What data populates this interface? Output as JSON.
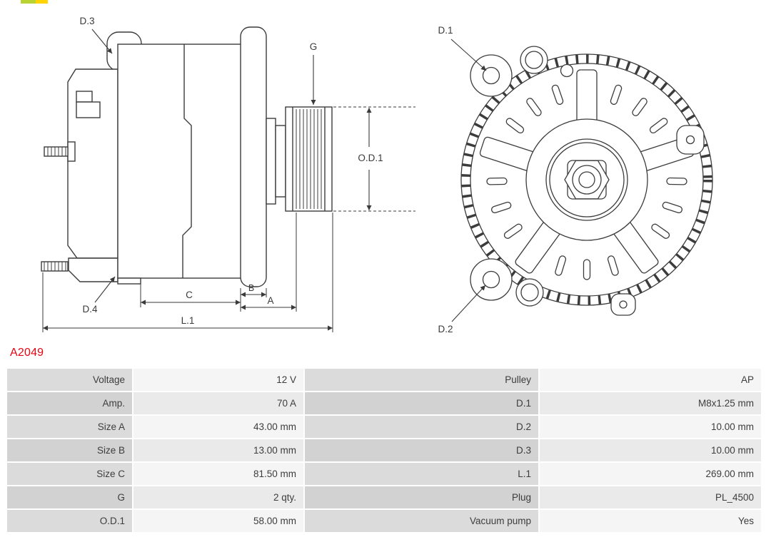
{
  "part_number": "A2049",
  "colors": {
    "part_number_red": "#e30613",
    "drawing_line": "#3c3c3c",
    "table_label_bg": "#dbdbdb",
    "table_label_bg_alt": "#d2d2d2",
    "table_value_bg": "#f5f5f5",
    "table_value_bg_alt": "#eaeaea"
  },
  "diagram": {
    "side_view": {
      "labels": {
        "d3": "D.3",
        "d4": "D.4",
        "g": "G",
        "od1": "O.D.1",
        "a": "A",
        "b": "B",
        "c": "C",
        "l1": "L.1"
      }
    },
    "rear_view": {
      "labels": {
        "d1": "D.1",
        "d2": "D.2"
      }
    }
  },
  "table": {
    "rows": [
      {
        "label_left": "Voltage",
        "value_left": "12 V",
        "label_right": "Pulley",
        "value_right": "AP"
      },
      {
        "label_left": "Amp.",
        "value_left": "70 A",
        "label_right": "D.1",
        "value_right": "M8x1.25 mm"
      },
      {
        "label_left": "Size A",
        "value_left": "43.00 mm",
        "label_right": "D.2",
        "value_right": "10.00 mm"
      },
      {
        "label_left": "Size B",
        "value_left": "13.00 mm",
        "label_right": "D.3",
        "value_right": "10.00 mm"
      },
      {
        "label_left": "Size C",
        "value_left": "81.50 mm",
        "label_right": "L.1",
        "value_right": "269.00 mm"
      },
      {
        "label_left": "G",
        "value_left": "2 qty.",
        "label_right": "Plug",
        "value_right": "PL_4500"
      },
      {
        "label_left": "O.D.1",
        "value_left": "58.00 mm",
        "label_right": "Vacuum pump",
        "value_right": "Yes"
      }
    ]
  }
}
